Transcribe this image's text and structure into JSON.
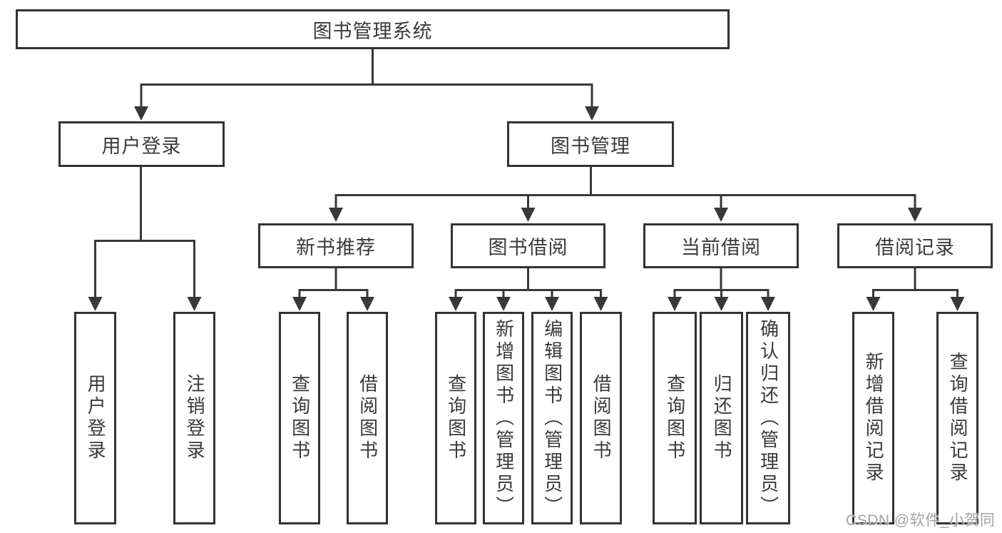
{
  "root": {
    "label": "图书管理系统"
  },
  "branches": [
    {
      "label": "用户登录",
      "leaves": [
        {
          "label": "用户登录"
        },
        {
          "label": "注销登录"
        }
      ]
    },
    {
      "label": "图书管理",
      "groups": [
        {
          "label": "新书推荐",
          "leaves": [
            {
              "label": "查询图书"
            },
            {
              "label": "借阅图书"
            }
          ]
        },
        {
          "label": "图书借阅",
          "leaves": [
            {
              "label": "查询图书"
            },
            {
              "label": "新增图书（管理员）"
            },
            {
              "label": "编辑图书（管理员）"
            },
            {
              "label": "借阅图书"
            }
          ]
        },
        {
          "label": "当前借阅",
          "leaves": [
            {
              "label": "查询图书"
            },
            {
              "label": "归还图书"
            },
            {
              "label": "确认归还（管理员）"
            }
          ]
        },
        {
          "label": "借阅记录",
          "leaves": [
            {
              "label": "新增借阅记录"
            },
            {
              "label": "查询借阅记录"
            }
          ]
        }
      ]
    }
  ],
  "watermark": {
    "text": "CSDN @软件_小贺同学"
  },
  "colors": {
    "line": "#383838",
    "box_border": "#333333",
    "text": "#3a3a3a",
    "watermark": "#9c9c9c",
    "background": "#ffffff"
  }
}
